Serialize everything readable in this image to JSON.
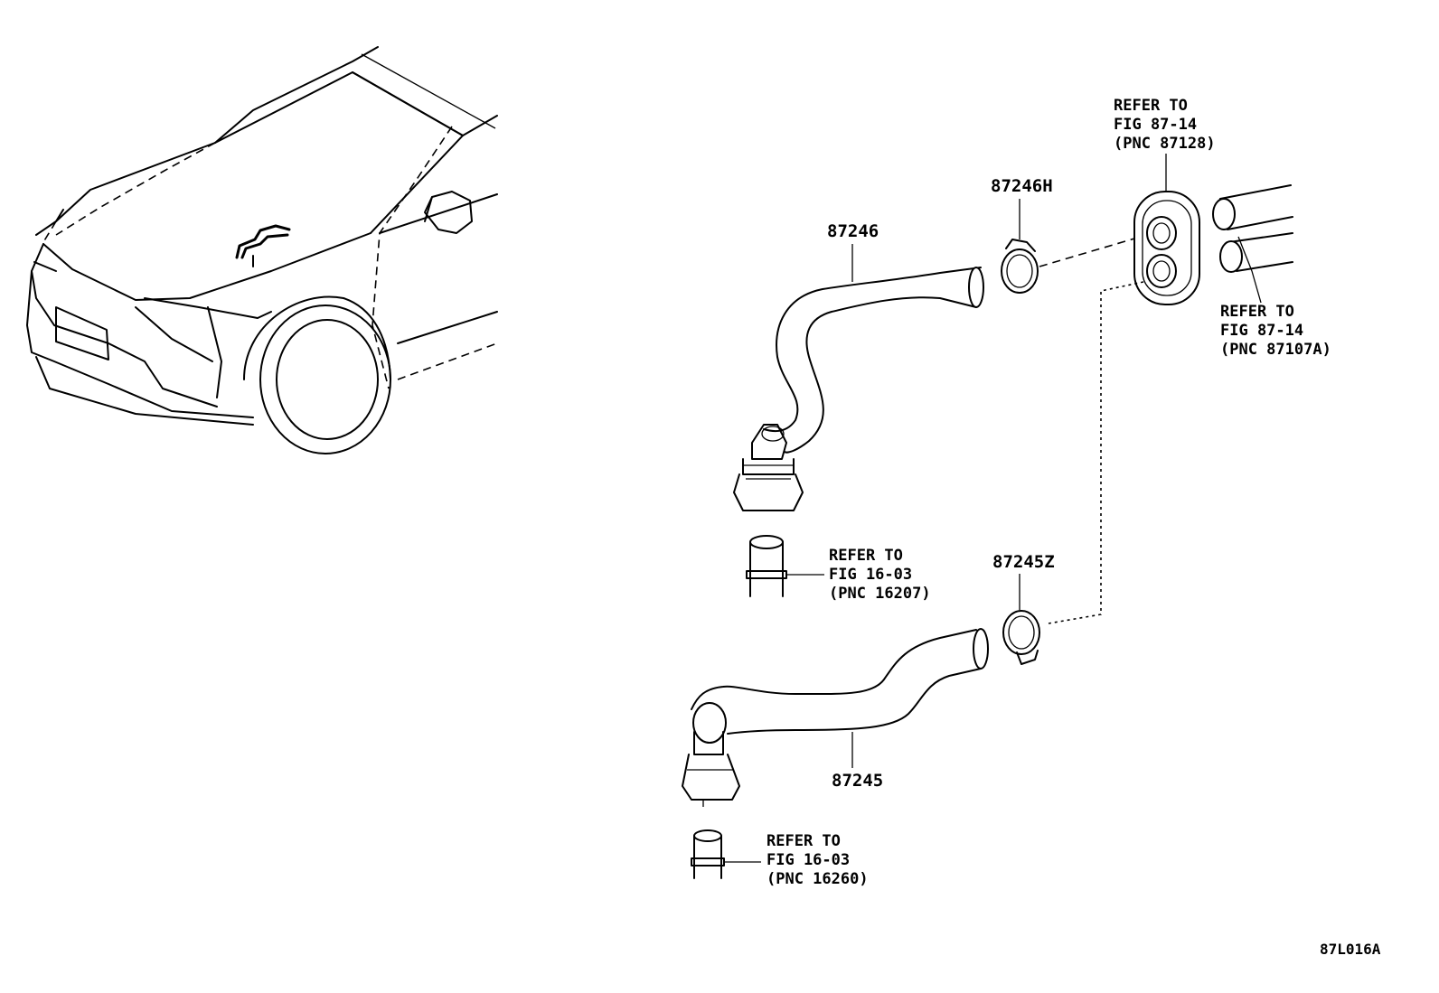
{
  "labels": {
    "part_87246": "87246",
    "part_87246H": "87246H",
    "part_87245": "87245",
    "part_87245Z": "87245Z"
  },
  "references": {
    "ref_87128": [
      "REFER TO",
      "FIG 87-14",
      "(PNC 87128)"
    ],
    "ref_87107A": [
      "REFER TO",
      "FIG 87-14",
      "(PNC 87107A)"
    ],
    "ref_16207": [
      "REFER TO",
      "FIG 16-03",
      "(PNC 16207)"
    ],
    "ref_16260": [
      "REFER TO",
      "FIG 16-03",
      "(PNC 16260)"
    ]
  },
  "illustration_code": "87L016A"
}
